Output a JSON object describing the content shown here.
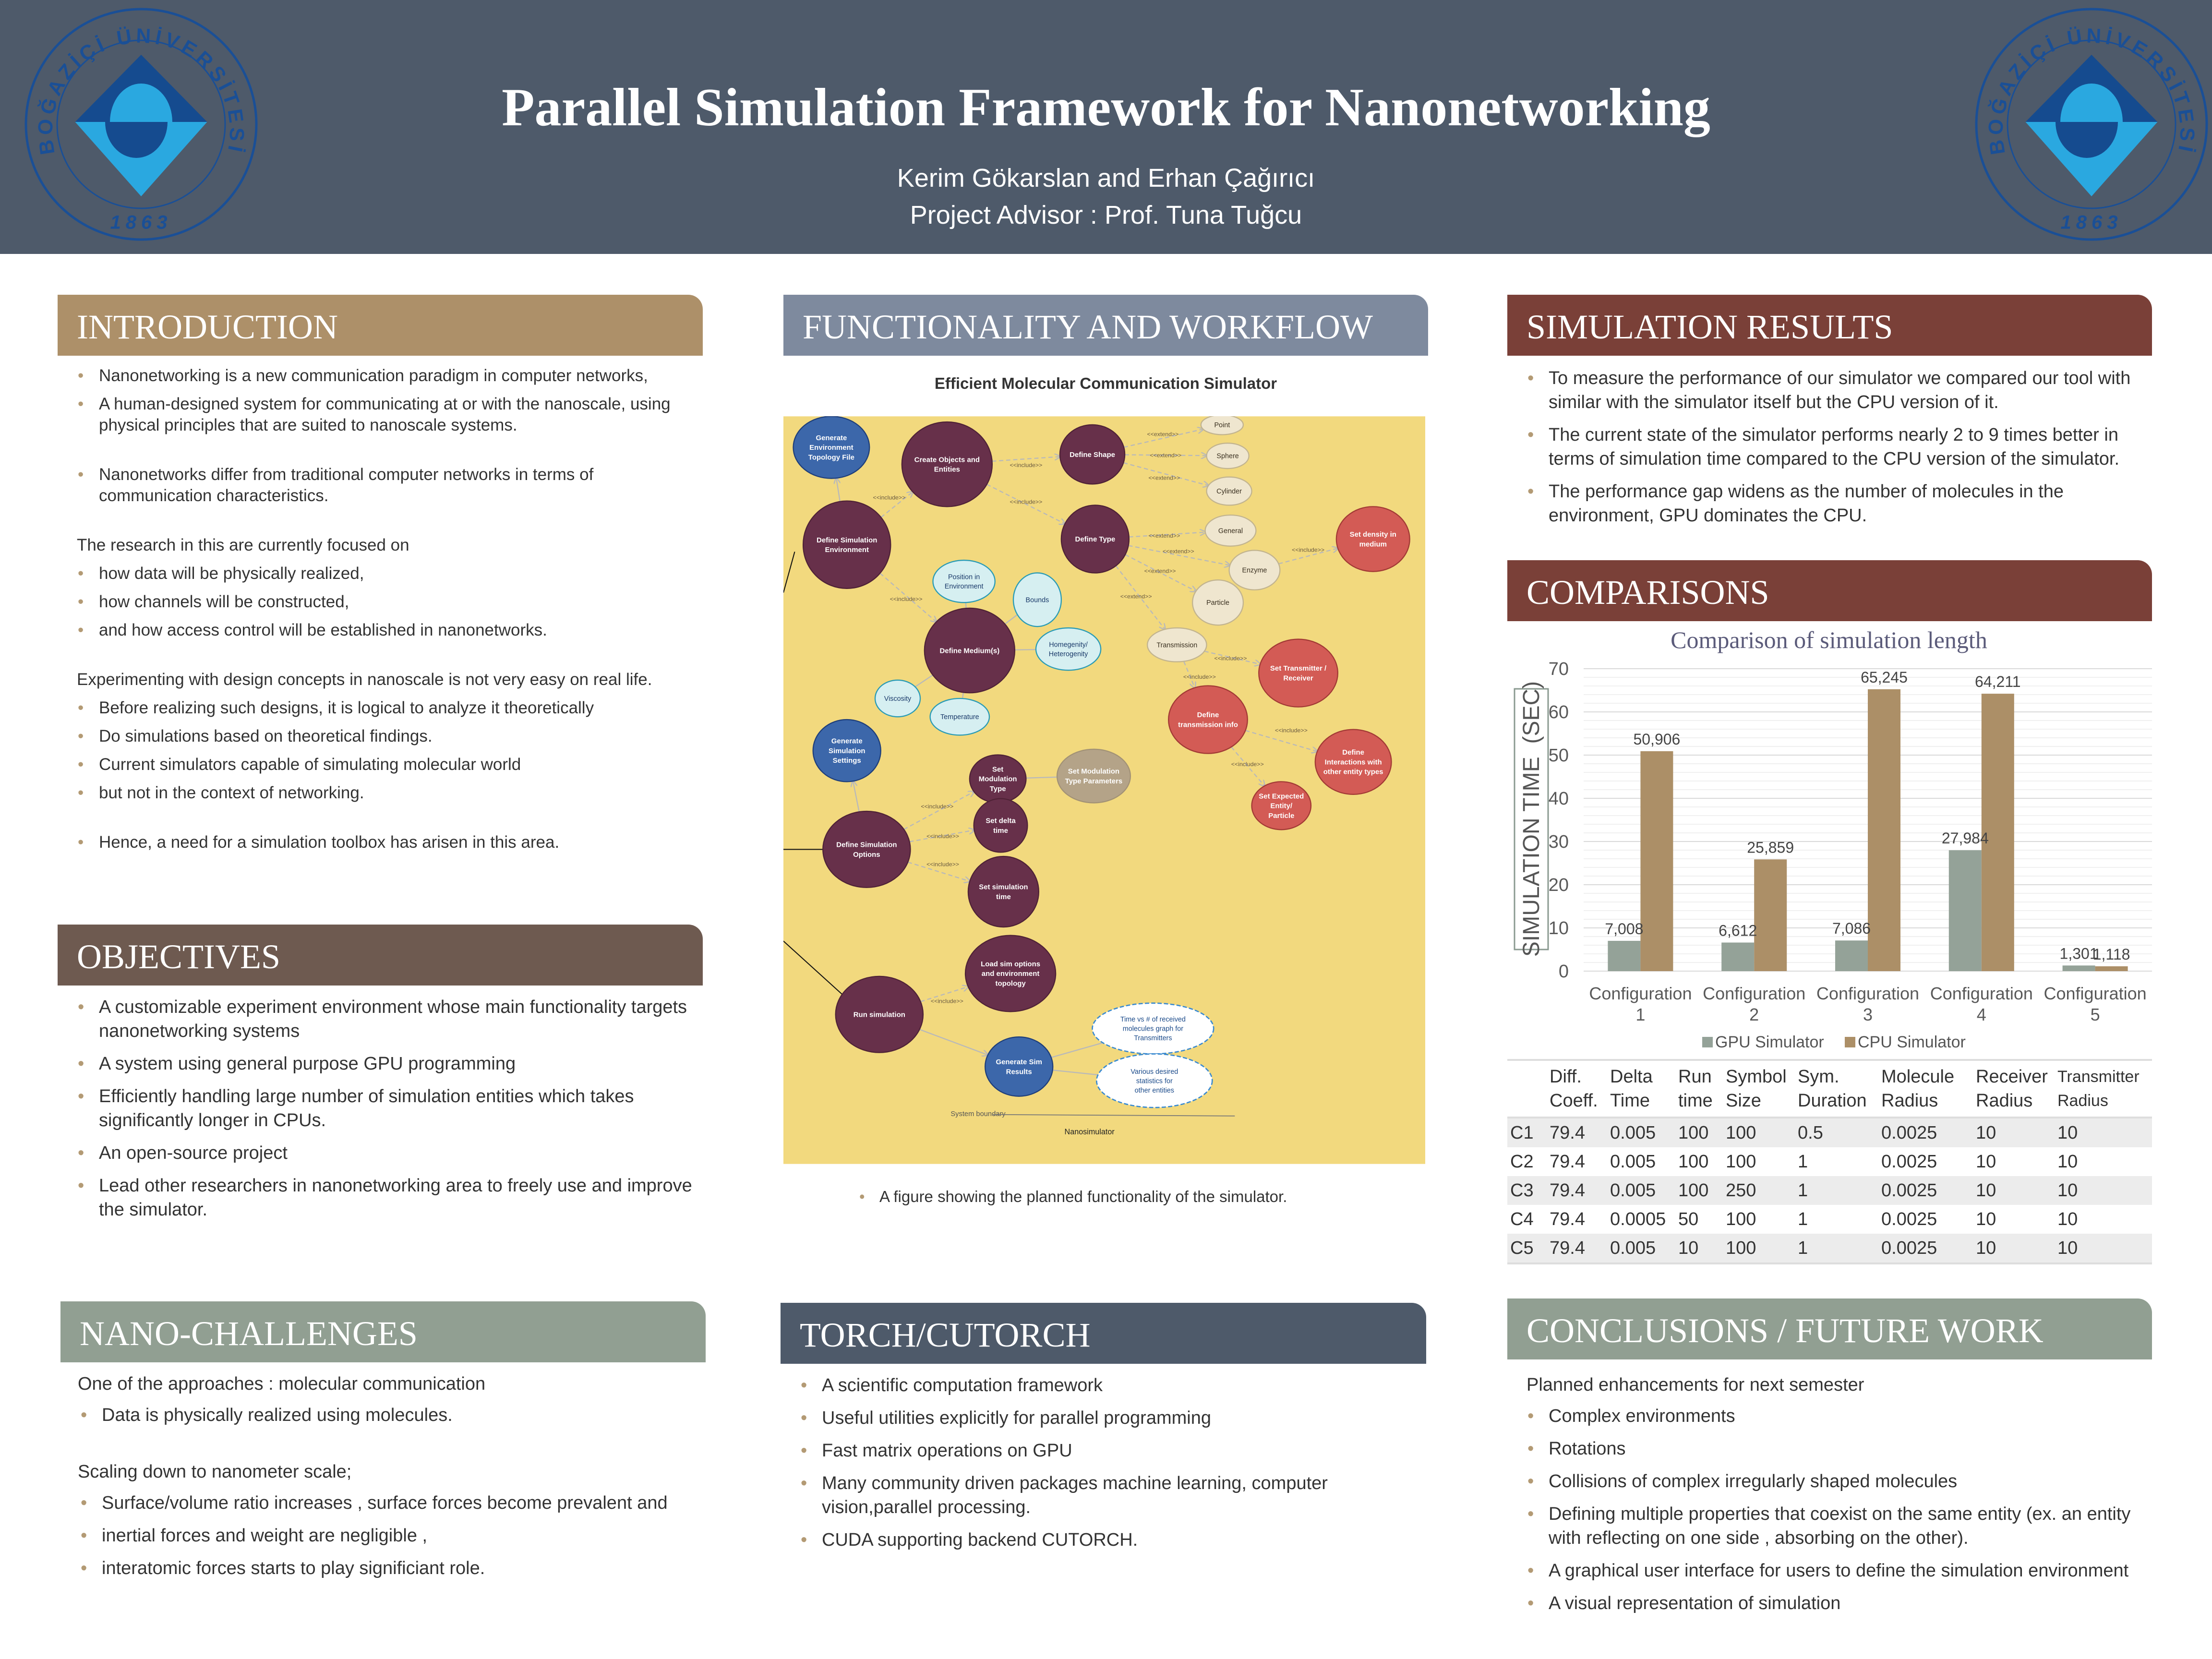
{
  "header": {
    "title": "Parallel Simulation Framework for Nanonetworking",
    "authors": "Kerim Gökarslan and Erhan Çağırıcı",
    "advisor": "Project Advisor : Prof. Tuna Tuğcu",
    "logo_text": "BOĞAZİÇİ ÜNİVERSİTESİ",
    "logo_year": "1863"
  },
  "colors": {
    "header_bg": "#4e5a6a",
    "intro": "#ad9069",
    "objectives": "#6e5a50",
    "nano": "#919f92",
    "functionality": "#7e8a9e",
    "torch": "#4e5a6a",
    "results": "#7a4038",
    "conclusions": "#919f92",
    "gpu": "#94a298",
    "cpu": "#ac8f67",
    "diagram_bg": "#f2d97e"
  },
  "intro": {
    "title": "INTRODUCTION",
    "items": [
      "Nanonetworking is a new communication paradigm in computer networks,",
      "A human-designed system for communicating at or with the nanoscale, using physical principles that are suited to nanoscale systems.",
      "Nanonetworks differ from traditional computer networks in terms of communication characteristics.",
      "The research in this are currently focused on",
      "how data will be physically realized,",
      "how channels will be constructed,",
      "and how access control will be established in nanonetworks.",
      "Experimenting with design concepts in nanoscale is not very easy on real life.",
      "Before realizing such designs, it is logical to analyze it theoretically",
      "Do simulations based on theoretical findings.",
      "Current simulators capable of simulating molecular world",
      "but not in the context of networking.",
      "Hence, a need for a simulation toolbox has arisen in this area."
    ]
  },
  "objectives": {
    "title": "OBJECTIVES",
    "items": [
      "A customizable experiment environment whose main functionality targets nanonetworking systems",
      "A system using general purpose GPU programming",
      "Efficiently handling large number of simulation entities which takes significantly longer in CPUs.",
      "An open-source project",
      "Lead other researchers in nanonetworking area to freely use and improve the simulator."
    ]
  },
  "nano": {
    "title": "NANO-CHALLENGES",
    "items": [
      "One of the approaches : molecular communication",
      "Data is physically realized using molecules.",
      "Scaling down to nanometer scale;",
      "Surface/volume ratio increases , surface forces become prevalent and",
      "inertial forces and weight are negligible ,",
      "interatomic forces starts to play significiant role."
    ]
  },
  "functionality": {
    "title": "FUNCTIONALITY AND WORKFLOW",
    "diagram_title": "Efficient Molecular Communication Simulator",
    "caption": "A figure showing the planned functionality of the simulator."
  },
  "diagram": {
    "include_label": "<<include>>",
    "extend_label": "<<extend>>",
    "boundary_label": "System boundary",
    "system_name": "Nanosimulator",
    "nodes": {
      "genEnv": "Generate\nEnvironment\nTopology File",
      "createObj": "Create Objects and\nEntities",
      "defShape": "Define Shape",
      "point": "Point",
      "sphere": "Sphere",
      "cylinder": "Cylinder",
      "simEnv": "Define Simulation\nEnvironment",
      "defType": "Define Type",
      "general": "General",
      "density": "Set density in\nmedium",
      "enzyme": "Enzyme",
      "particle": "Particle",
      "position": "Position in\nEnvironment",
      "bounds": "Bounds",
      "medium": "Define Medium(s)",
      "homo": "Homegenity/\nHeterogenity",
      "viscosity": "Viscosity",
      "temperature": "Temperature",
      "transmission": "Transmission",
      "txrx": "Set Transmitter /\nReceiver",
      "txinfo": "Define\ntransmission info",
      "interactions": "Define\nInteractions with\nother entity types",
      "expected": "Set Expected\nEntity/\nParticle",
      "genSimSettings": "Generate\nSimulation\nSettings",
      "modType": "Set\nModulation\nType",
      "modParams": "Set Modulation\nType Parameters",
      "delta": "Set delta\ntime",
      "simOptions": "Define Simulation\nOptions",
      "simTime": "Set simulation\ntime",
      "load": "Load sim options\nand environment\ntopology",
      "run": "Run simulation",
      "timeVs": "Time vs # of received\nmolecules graph for\nTransmitters",
      "genResults": "Generate Sim\nResults",
      "various": "Various desired\nstatistics for\nother entities"
    }
  },
  "torch": {
    "title": "TORCH/CUTORCH",
    "items": [
      "A scientific computation framework",
      "Useful utilities explicitly for parallel programming",
      "Fast matrix operations on GPU",
      "Many community driven packages machine learning, computer vision,parallel processing.",
      "CUDA supporting backend CUTORCH."
    ]
  },
  "results": {
    "title": "SIMULATION RESULTS",
    "items": [
      "To measure the performance of our simulator we compared our tool with similar with the simulator itself but the CPU version of it.",
      "The current state of the simulator performs nearly 2 to 9 times better in terms of simulation time compared to the CPU version of the simulator.",
      "The performance gap widens as the number of molecules in the environment, GPU dominates the CPU."
    ]
  },
  "comparisons": {
    "title": "COMPARISONS",
    "table": {
      "headers": [
        [
          "",
          ""
        ],
        [
          "Diff.",
          "Coeff."
        ],
        [
          "Delta",
          "Time"
        ],
        [
          "Run",
          "time"
        ],
        [
          "Symbol",
          "Size"
        ],
        [
          "Sym.",
          "Duration"
        ],
        [
          "Molecule",
          "Radius"
        ],
        [
          "Receiver",
          "Radius"
        ],
        [
          "Transmitter",
          "Radius"
        ]
      ],
      "rows": [
        [
          "C1",
          "79.4",
          "0.005",
          "100",
          "100",
          "0.5",
          "0.0025",
          "10",
          "10"
        ],
        [
          "C2",
          "79.4",
          "0.005",
          "100",
          "100",
          "1",
          "0.0025",
          "10",
          "10"
        ],
        [
          "C3",
          "79.4",
          "0.005",
          "100",
          "250",
          "1",
          "0.0025",
          "10",
          "10"
        ],
        [
          "C4",
          "79.4",
          "0.0005",
          "50",
          "100",
          "1",
          "0.0025",
          "10",
          "10"
        ],
        [
          "C5",
          "79.4",
          "0.005",
          "10",
          "100",
          "1",
          "0.0025",
          "10",
          "10"
        ]
      ]
    }
  },
  "chart_data": {
    "type": "bar",
    "title": "Comparison of simulation length",
    "xlabel": "",
    "ylabel": "SIMULATION TIME  (SEC)",
    "ylim": [
      0,
      70
    ],
    "yticks": [
      0,
      10,
      20,
      30,
      40,
      50,
      60,
      70
    ],
    "grid": true,
    "legend": "bottom",
    "categories": [
      [
        "Configuration",
        "1"
      ],
      [
        "Configuration",
        "2"
      ],
      [
        "Configuration",
        "3"
      ],
      [
        "Configuration",
        "4"
      ],
      [
        "Configuration",
        "5"
      ]
    ],
    "series": [
      {
        "name": "GPU Simulator",
        "values": [
          7.008,
          6.612,
          7.086,
          27.984,
          1.301
        ],
        "labels": [
          "7,008",
          "6,612",
          "7,086",
          "27,984",
          "1,301"
        ]
      },
      {
        "name": "CPU Simulator",
        "values": [
          50.906,
          25.859,
          65.245,
          64.211,
          1.118
        ],
        "labels": [
          "50,906",
          "25,859",
          "65,245",
          "64,211",
          "1,118"
        ]
      }
    ]
  },
  "conclusions": {
    "title": "CONCLUSIONS / FUTURE WORK",
    "items": [
      "Planned enhancements for next semester",
      "Complex environments",
      "Rotations",
      "Collisions of complex irregularly shaped molecules",
      "Defining multiple properties that coexist on the same entity (ex. an entity with reflecting on one side , absorbing on the other).",
      "A graphical user interface for users to define the simulation environment",
      "A visual representation of simulation"
    ]
  }
}
